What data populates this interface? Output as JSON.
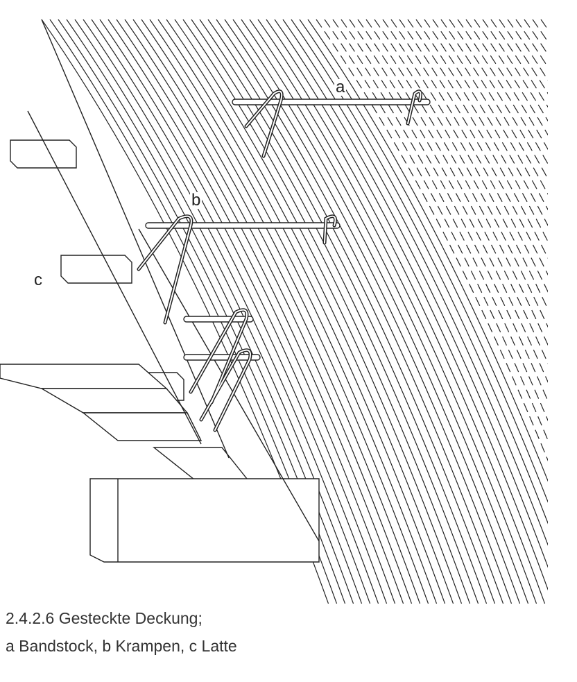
{
  "figure": {
    "labels": {
      "a": "a",
      "b": "b",
      "c": "c"
    }
  },
  "caption": {
    "line1": "2.4.2.6  Gesteckte Deckung;",
    "line2": "a Bandstock, b Krampen, c Latte"
  }
}
